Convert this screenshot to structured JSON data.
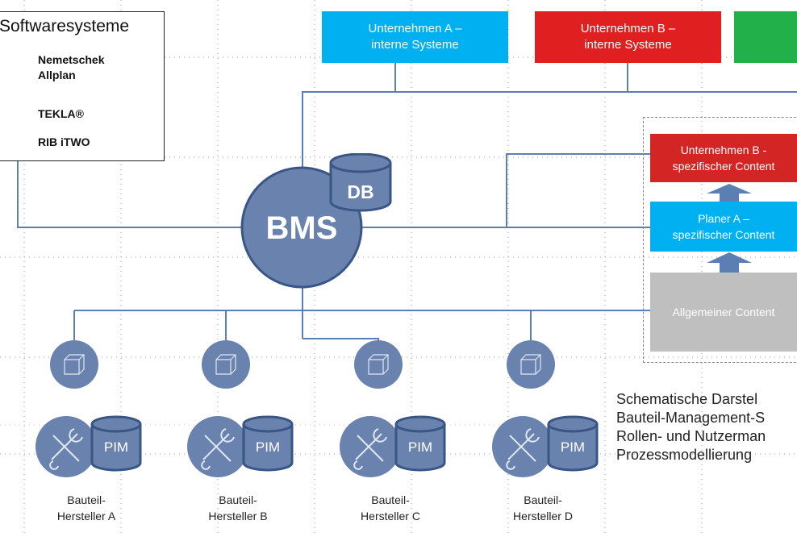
{
  "software": {
    "title": "Softwaresysteme",
    "items": [
      "Nemetschek Allplan",
      "TEKLA®",
      "RIB iTWO"
    ]
  },
  "companies": [
    {
      "line1": "Unternehmen A –",
      "line2": "interne Systeme",
      "color": "#00B0F0"
    },
    {
      "line1": "Unternehmen B –",
      "line2": "interne Systeme",
      "color": "#E02020"
    },
    {
      "line1": "",
      "line2": "",
      "color": "#22B04A"
    }
  ],
  "hub": {
    "label": "BMS",
    "db_label": "DB",
    "color": "#6A82AE",
    "stroke": "#3A5686"
  },
  "content_stack": [
    {
      "line1": "Unternehmen B -",
      "line2": "spezifischer Content",
      "color": "#D42525"
    },
    {
      "line1": "Planer A –",
      "line2": "spezifischer Content",
      "color": "#00B0F0"
    },
    {
      "line1": "Allgemeiner Content",
      "line2": "",
      "color": "#BFBFBF"
    }
  ],
  "pim_label": "PIM",
  "manufacturers": [
    {
      "line1": "Bauteil-",
      "line2": "Hersteller A"
    },
    {
      "line1": "Bauteil-",
      "line2": "Hersteller B"
    },
    {
      "line1": "Bauteil-",
      "line2": "Hersteller C"
    },
    {
      "line1": "Bauteil-",
      "line2": "Hersteller D"
    }
  ],
  "caption": [
    "Schematische Darstel",
    "Bauteil-Management-S",
    "Rollen- und Nutzerman",
    "Prozessmodellierung"
  ],
  "colors": {
    "line": "#5B7FB2",
    "node": "#6A82AE",
    "node_stroke": "#3A5686"
  }
}
